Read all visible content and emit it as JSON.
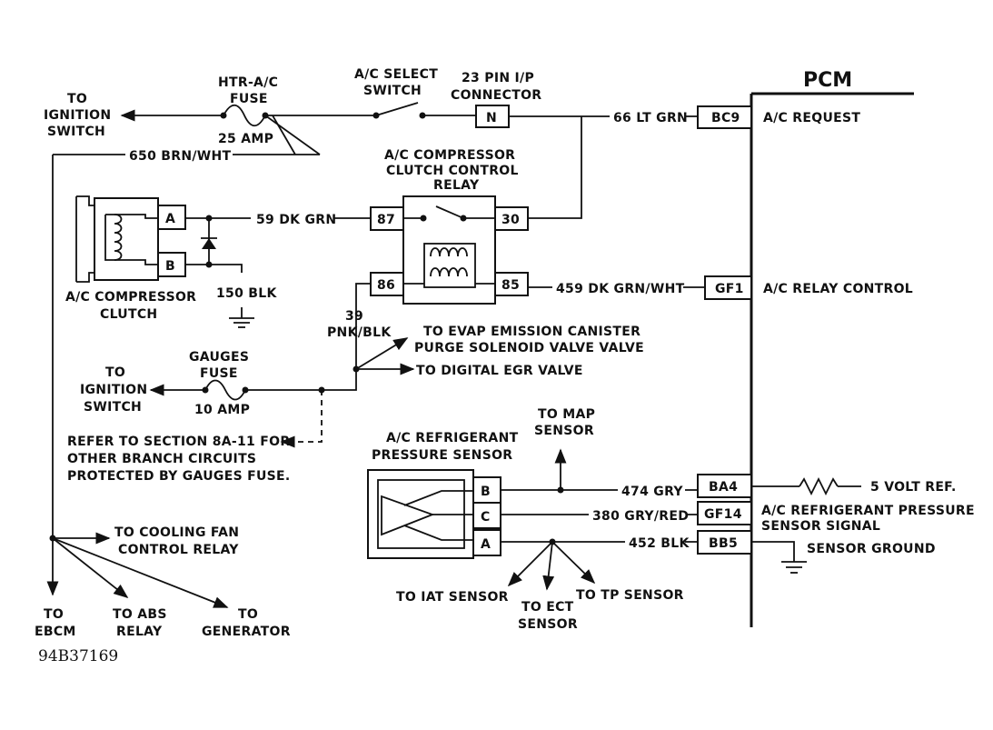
{
  "pcm_title": "PCM",
  "fuses": {
    "htr_ac": {
      "name_1": "HTR-A/C",
      "name_2": "FUSE",
      "rating": "25 AMP"
    },
    "gauges": {
      "name_1": "GAUGES",
      "name_2": "FUSE",
      "rating": "10 AMP"
    }
  },
  "ignition_top": {
    "line_1": "TO",
    "line_2": "IGNITION",
    "line_3": "SWITCH"
  },
  "ignition_bottom": {
    "line_1": "TO",
    "line_2": "IGNITION",
    "line_3": "SWITCH"
  },
  "select_switch": {
    "line_1": "A/C SELECT",
    "line_2": "SWITCH"
  },
  "ip_connector": {
    "line_1": "23 PIN I/P",
    "line_2": "CONNECTOR",
    "pin": "N"
  },
  "wires": {
    "w66": "66 LT GRN",
    "w650": "650 BRN/WHT",
    "w59": "59 DK GRN",
    "w150": "150 BLK",
    "w459": "459 DK GRN/WHT",
    "w39_1": "39",
    "w39_2": "PNK/BLK",
    "w474": "474 GRY",
    "w380": "380 GRY/RED",
    "w452": "452 BLK"
  },
  "relay": {
    "title_1": "A/C COMPRESSOR",
    "title_2": "CLUTCH CONTROL",
    "title_3": "RELAY",
    "pins": [
      "87",
      "30",
      "86",
      "85"
    ]
  },
  "clutch": {
    "label_1": "A/C COMPRESSOR",
    "label_2": "CLUTCH",
    "pins": [
      "A",
      "B"
    ]
  },
  "pcm_pins": {
    "bc9": {
      "pin": "BC9",
      "label": "A/C REQUEST"
    },
    "gf1": {
      "pin": "GF1",
      "label": "A/C RELAY CONTROL"
    },
    "ba4": {
      "pin": "BA4",
      "label": "5 VOLT REF."
    },
    "gf14": {
      "pin": "GF14",
      "label_1": "A/C REFRIGERANT PRESSURE",
      "label_2": "SENSOR SIGNAL"
    },
    "bb5": {
      "pin": "BB5",
      "label": "SENSOR GROUND"
    }
  },
  "destinations": {
    "evap_1": "TO EVAP EMISSION CANISTER",
    "evap_2": "PURGE SOLENOID VALVE VALVE",
    "egr": "TO DIGITAL EGR VALVE",
    "refer_1": "REFER TO SECTION 8A-11 FOR",
    "refer_2": "OTHER BRANCH CIRCUITS",
    "refer_3": "PROTECTED BY GAUGES FUSE.",
    "map_1": "TO MAP",
    "map_2": "SENSOR",
    "iat": "TO IAT SENSOR",
    "ect_1": "TO ECT",
    "ect_2": "SENSOR",
    "tp": "TO TP SENSOR",
    "fan_1": "TO COOLING FAN",
    "fan_2": "CONTROL RELAY",
    "ebcm_1": "TO",
    "ebcm_2": "EBCM",
    "abs_1": "TO ABS",
    "abs_2": "RELAY",
    "gen_1": "TO",
    "gen_2": "GENERATOR"
  },
  "pressure_sensor": {
    "line_1": "A/C REFRIGERANT",
    "line_2": "PRESSURE SENSOR",
    "pins": [
      "B",
      "C",
      "A"
    ]
  },
  "figure_code": "94B37169"
}
